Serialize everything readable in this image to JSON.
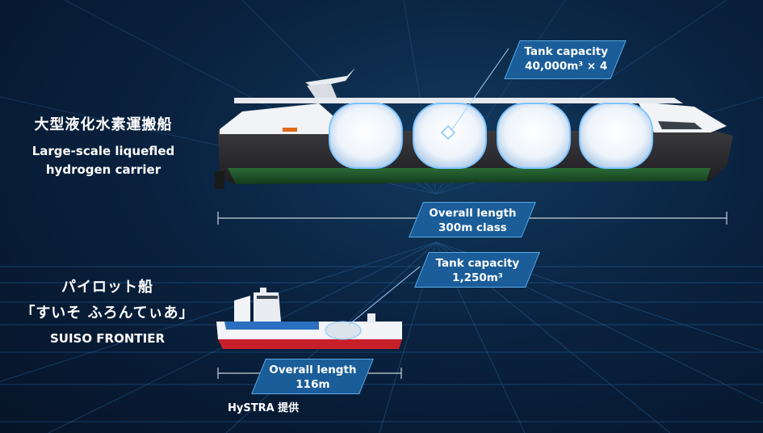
{
  "large_ship": {
    "name_jp": "大型液化水素運搬船",
    "name_en_line1": "Large-scale liquefled",
    "name_en_line2": "hydrogen carrier",
    "tank_label_line1": "Tank capacity",
    "tank_label_line2": "40,000m³ × 4",
    "length_label_line1": "Overall length",
    "length_label_line2": "300m class"
  },
  "pilot_ship": {
    "name_jp_line1": "パイロット船",
    "name_jp_line2": "「すいそ ふろんてぃあ」",
    "name_en": "SUISO FRONTIER",
    "tank_label_line1": "Tank capacity",
    "tank_label_line2": "1,250m³",
    "length_label_line1": "Overall length",
    "length_label_line2": "116m"
  },
  "credit": "HySTRA 提供",
  "colors": {
    "background": "#0a2240",
    "tag_fill": "#1a5d99",
    "tag_border": "#5aa9e6",
    "hull_dark": "#2b2b2e",
    "hull_green": "#1f5a2e",
    "pilot_hull_red": "#c8202a"
  }
}
